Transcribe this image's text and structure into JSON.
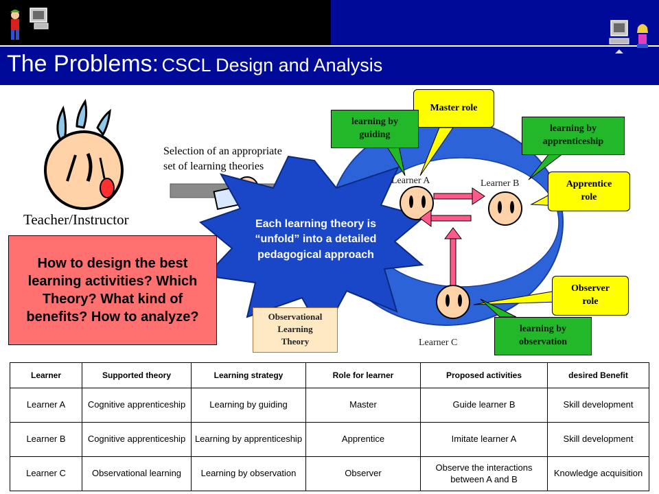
{
  "slide": {
    "title_main": "The Problems:",
    "title_sub": "CSCL Design and Analysis",
    "colors": {
      "header_blue": "#000a99",
      "callout_yellow": "#ffff00",
      "green": "#22b82a",
      "question_red": "#ff7070",
      "star_blue": "#1a47c8"
    }
  },
  "teacher": {
    "label": "Teacher/Instructor",
    "selection_text_line1": "Selection of an appropriate",
    "selection_text_line2": "set of learning theories"
  },
  "question": {
    "text": "How to design the best learning activities? Which Theory? What kind of benefits? How to analyze?"
  },
  "star": {
    "line1": "Each learning theory is",
    "line2": "“unfold” into a detailed",
    "line3": "pedagogical approach"
  },
  "theory_box": {
    "line1": "Observational",
    "line2": "Learning",
    "line3": "Theory"
  },
  "diagram": {
    "learner_a": "Learner A",
    "learner_b": "Learner B",
    "learner_c": "Learner C",
    "master_role": "Master role",
    "apprentice_role_line1": "Apprentice",
    "apprentice_role_line2": "role",
    "observer_role_line1": "Observer",
    "observer_role_line2": "role",
    "learning_guiding_line1": "learning by",
    "learning_guiding_line2": "guiding",
    "learning_apprenticeship_line1": "learning by",
    "learning_apprenticeship_line2": "apprenticeship",
    "learning_observation_line1": "learning by",
    "learning_observation_line2": "observation"
  },
  "table": {
    "headers": [
      "Learner",
      "Supported theory",
      "Learning strategy",
      "Role for learner",
      "Proposed activities",
      "desired Benefit"
    ],
    "rows": [
      [
        "Learner A",
        "Cognitive apprenticeship",
        "Learning by guiding",
        "Master",
        "Guide learner B",
        "Skill development"
      ],
      [
        "Learner B",
        "Cognitive apprenticeship",
        "Learning by apprenticeship",
        "Apprentice",
        "Imitate learner A",
        "Skill development"
      ],
      [
        "Learner C",
        "Observational learning",
        "Learning by observation",
        "Observer",
        "Observe the interactions between A and B",
        "Knowledge acquisition"
      ]
    ]
  }
}
